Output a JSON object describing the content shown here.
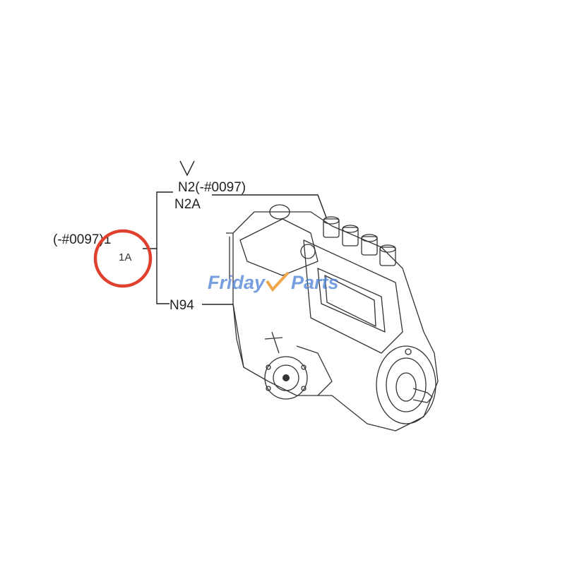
{
  "diagram": {
    "labels": {
      "n2": "N2(-#0097)",
      "n2a": "N2A",
      "part1": "(-#0097)1",
      "part1a": "1A",
      "n94": "N94"
    },
    "highlight": {
      "target": "1A",
      "color": "#e0402e"
    },
    "watermark": {
      "text_left": "Friday",
      "text_right": "Parts",
      "color": "#4a7fd4",
      "accent": "#f0a64a"
    },
    "subject_icon": "fuel-injection-pump-drawing"
  }
}
